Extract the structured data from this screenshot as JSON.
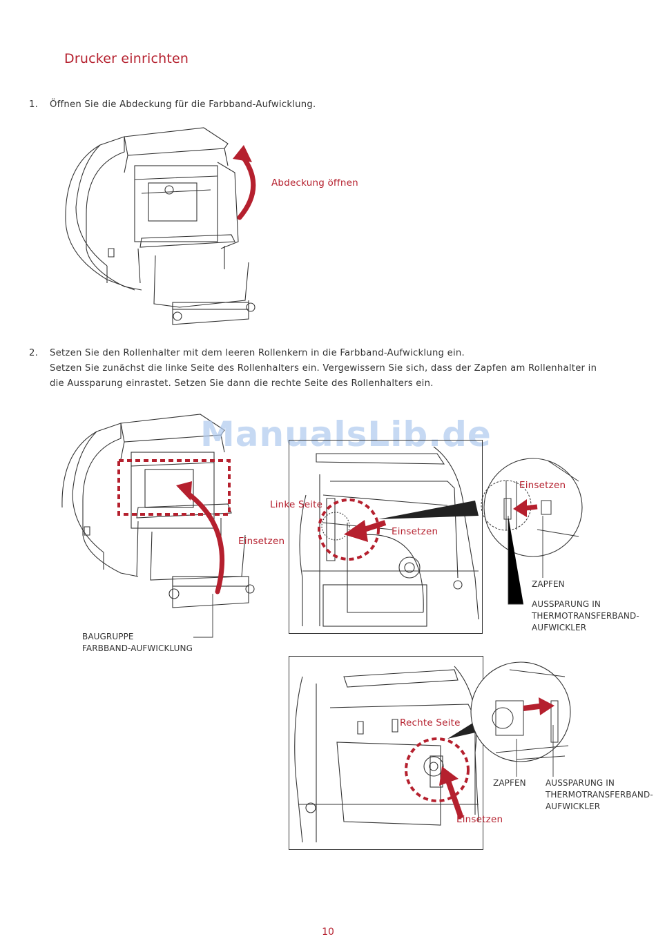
{
  "page": {
    "title": "Drucker einrichten",
    "page_number": "10",
    "watermark": "ManualsLib.de"
  },
  "step1": {
    "number": "1.",
    "text": "Öffnen Sie die Abdeckung für die Farbband-Aufwicklung.",
    "callout": "Abdeckung öffnen"
  },
  "step2": {
    "number": "2.",
    "line1": "Setzen Sie den Rollenhalter mit dem leeren Rollenkern in die Farbband-Aufwicklung ein.",
    "line2": "Setzen Sie zunächst die linke Seite des Rollenhalters ein. Vergewissern Sie sich, dass der Zapfen am Rollenhalter in",
    "line3": "die Aussparung einrastet.  Setzen Sie dann die rechte Seite des Rollenhalters ein."
  },
  "figure2": {
    "einsetzen": "Einsetzen",
    "assembly_line1": "BAUGRUPPE",
    "assembly_line2": "FARBBAND-AUFWICKLUNG"
  },
  "figure3": {
    "left_side": "Linke Seite",
    "einsetzen_main": "Einsetzen",
    "einsetzen_zoom": "Einsetzen",
    "pin": "ZAPFEN",
    "notch_line1": "AUSSPARUNG IN",
    "notch_line2": "THERMOTRANSFERBAND-",
    "notch_line3": "AUFWICKLER"
  },
  "figure4": {
    "right_side": "Rechte Seite",
    "einsetzen": "Einsetzen",
    "pin": "ZAPFEN",
    "notch_line1": "AUSSPARUNG IN",
    "notch_line2": "THERMOTRANSFERBAND-",
    "notch_line3": "AUFWICKLER"
  },
  "colors": {
    "accent": "#b5202e",
    "text": "#333333",
    "watermark": "#aec9ee"
  }
}
